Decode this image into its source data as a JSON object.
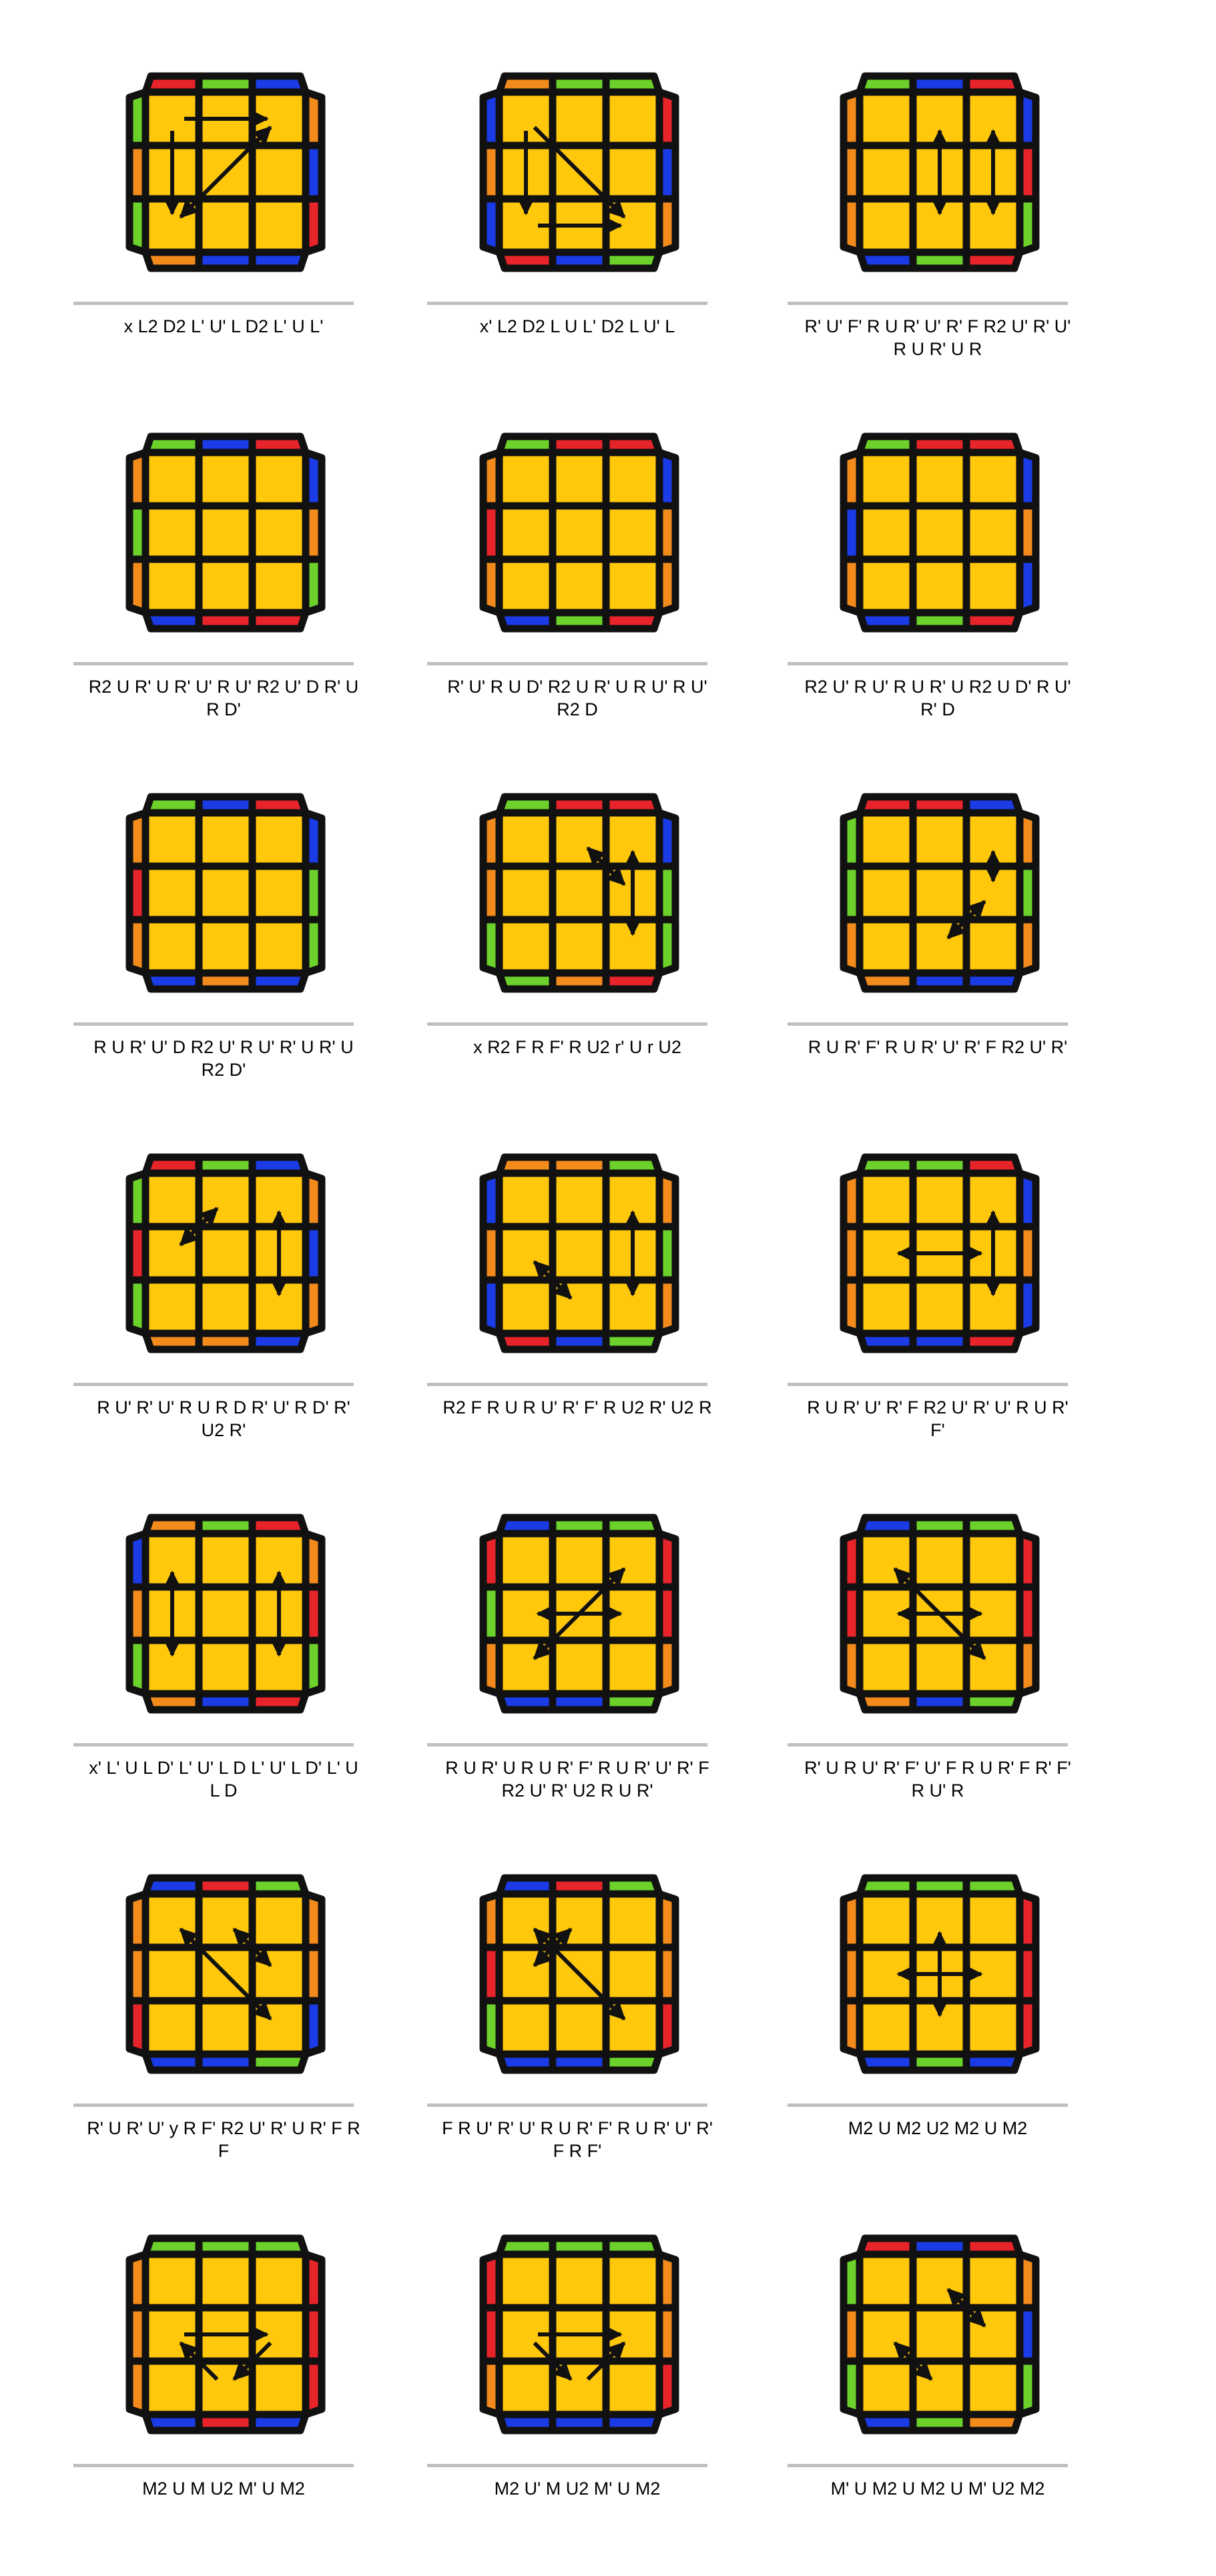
{
  "colors": {
    "R": "#e8242b",
    "G": "#6cd12a",
    "B": "#1a3be6",
    "O": "#f28a1c",
    "Y": "#ffc80a",
    "outline": "#111111",
    "arrow": "#111111"
  },
  "cases": [
    {
      "alg": "x L2 D2 L' U' L D2 L' U L'",
      "top": "RGB",
      "right": "OBR",
      "bottom": "OBB",
      "left": "GOG",
      "arrows": [
        [
          0,
          0,
          2,
          0,
          1
        ],
        [
          0,
          0,
          0,
          2,
          1
        ],
        [
          0,
          2,
          2,
          0,
          2
        ]
      ]
    },
    {
      "alg": "x' L2 D2 L U L' D2 L U' L",
      "top": "OGG",
      "right": "RBO",
      "bottom": "RBG",
      "left": "BOB",
      "arrows": [
        [
          0,
          0,
          2,
          2,
          1
        ],
        [
          0,
          0,
          0,
          2,
          1
        ],
        [
          0,
          2,
          2,
          2,
          1
        ]
      ]
    },
    {
      "alg": "R' U' F' R U R' U' R' F R2 U' R' U' R U R' U R",
      "top": "GBR",
      "right": "BRG",
      "bottom": "BGR",
      "left": "OOO",
      "arrows": [
        [
          1,
          0,
          1,
          2,
          2
        ],
        [
          2,
          0,
          2,
          2,
          2
        ]
      ]
    },
    {
      "alg": "R2 U R' U R' U' R U' R2 U' D R' U R D'",
      "top": "GBR",
      "right": "BOG",
      "bottom": "BRR",
      "left": "OGO",
      "arrows": []
    },
    {
      "alg": "R' U' R U D' R2 U R' U R U' R U' R2 D",
      "top": "GRR",
      "right": "BOO",
      "bottom": "BGR",
      "left": "ORO",
      "arrows": []
    },
    {
      "alg": "R2 U' R U' R U R' U R2 U D' R U' R' D",
      "top": "GRR",
      "right": "BOB",
      "bottom": "BGR",
      "left": "OBO",
      "arrows": []
    },
    {
      "alg": "R U R' U' D R2 U' R U' R' U R' U R2 D'",
      "top": "GBR",
      "right": "BGG",
      "bottom": "BOB",
      "left": "ORO",
      "arrows": []
    },
    {
      "alg": "x R2 F R F' R U2 r' U r U2",
      "top": "GRR",
      "right": "BGG",
      "bottom": "GOR",
      "left": "OOG",
      "arrows": [
        [
          1,
          0,
          2,
          1,
          2
        ],
        [
          2,
          0,
          2,
          2,
          2
        ]
      ]
    },
    {
      "alg": "R U R' F' R U R' U' R' F R2 U' R'",
      "top": "RRB",
      "right": "OGO",
      "bottom": "OBB",
      "left": "GGO",
      "arrows": [
        [
          2,
          0,
          2,
          1,
          2
        ],
        [
          1,
          2,
          2,
          1,
          2
        ]
      ]
    },
    {
      "alg": "R U' R' U' R U R D R' U' R D' R' U2 R'",
      "top": "RGB",
      "right": "OBO",
      "bottom": "OOB",
      "left": "GRG",
      "arrows": [
        [
          0,
          1,
          1,
          0,
          2
        ],
        [
          2,
          0,
          2,
          2,
          2
        ]
      ]
    },
    {
      "alg": "R2 F R U R U' R' F' R U2 R' U2 R",
      "top": "OOG",
      "right": "OGO",
      "bottom": "RBG",
      "left": "BOB",
      "arrows": [
        [
          0,
          1,
          1,
          2,
          2
        ],
        [
          2,
          0,
          2,
          2,
          2
        ]
      ]
    },
    {
      "alg": "R U R' U' R' F R2 U' R' U' R U R' F'",
      "top": "GGR",
      "right": "BOB",
      "bottom": "BBR",
      "left": "OOO",
      "arrows": [
        [
          0,
          1,
          2,
          1,
          2
        ],
        [
          2,
          0,
          2,
          2,
          2
        ]
      ]
    },
    {
      "alg": "x' L' U L D' L' U' L D L' U' L D' L' U L D",
      "top": "OGR",
      "right": "ORG",
      "bottom": "OBR",
      "left": "BOG",
      "arrows": [
        [
          0,
          0,
          0,
          2,
          2
        ],
        [
          2,
          0,
          2,
          2,
          2
        ]
      ]
    },
    {
      "alg": "R U R' U R U R' F' R U R' U' R' F R2 U' R' U2 R U R'",
      "top": "BGG",
      "right": "RRO",
      "bottom": "BBG",
      "left": "RGO",
      "arrows": [
        [
          0,
          1,
          2,
          1,
          2
        ],
        [
          0,
          2,
          2,
          0,
          2
        ]
      ]
    },
    {
      "alg": "R' U R U' R' F' U' F R U R' F R' F' R U' R",
      "top": "BGG",
      "right": "RRO",
      "bottom": "OBG",
      "left": "RRO",
      "arrows": [
        [
          0,
          1,
          2,
          1,
          2
        ],
        [
          0,
          0,
          2,
          2,
          2
        ]
      ]
    },
    {
      "alg": "R' U R' U' y R F' R2 U' R' U R' F R F",
      "top": "BRG",
      "right": "OOB",
      "bottom": "BBG",
      "left": "OOR",
      "arrows": [
        [
          0,
          0,
          2,
          2,
          2
        ],
        [
          1,
          0,
          2,
          1,
          2
        ]
      ]
    },
    {
      "alg": "F R U' R' U' R U R' F' R U R' U' R' F R F'",
      "top": "BRG",
      "right": "OOR",
      "bottom": "BBG",
      "left": "ORG",
      "arrows": [
        [
          0,
          0,
          2,
          2,
          2
        ],
        [
          0,
          1,
          1,
          0,
          2
        ]
      ]
    },
    {
      "alg": "M2 U M2 U2 M2 U M2",
      "top": "GGG",
      "right": "RRR",
      "bottom": "BGB",
      "left": "OOO",
      "arrows": [
        [
          0,
          1,
          2,
          1,
          2
        ],
        [
          1,
          0,
          1,
          2,
          2
        ]
      ]
    },
    {
      "alg": "M2 U M U2 M' U M2",
      "top": "GGG",
      "right": "RRR",
      "bottom": "BRB",
      "left": "OOO",
      "arrows": [
        [
          0,
          1,
          2,
          1,
          1
        ],
        [
          1,
          2,
          0,
          1,
          1
        ],
        [
          2,
          1,
          1,
          2,
          1
        ]
      ]
    },
    {
      "alg": "M2 U' M U2 M' U M2",
      "top": "GGG",
      "right": "OOR",
      "bottom": "BBB",
      "left": "RRO",
      "arrows": [
        [
          0,
          1,
          2,
          1,
          1
        ],
        [
          0,
          1,
          1,
          2,
          1
        ],
        [
          1,
          2,
          2,
          1,
          1
        ]
      ]
    },
    {
      "alg": "M' U M2 U M2 U M' U2 M2",
      "top": "RBR",
      "right": "OBG",
      "bottom": "BGO",
      "left": "GOG",
      "arrows": [
        [
          1,
          0,
          2,
          1,
          2
        ],
        [
          0,
          1,
          1,
          2,
          2
        ]
      ]
    }
  ]
}
